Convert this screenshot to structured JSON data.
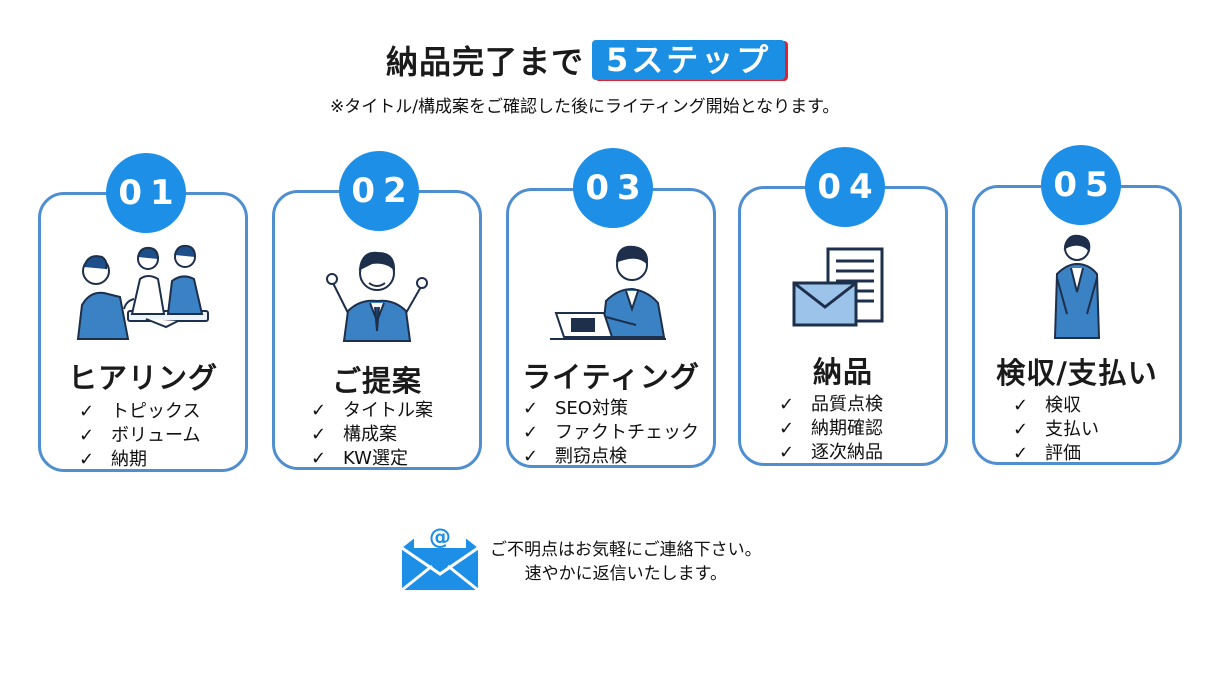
{
  "header": {
    "title": "納品完了まで",
    "badge": "5ステップ",
    "subtitle": "※タイトル/構成案をご確認した後にライティング開始となります。"
  },
  "check_mark": "✓",
  "steps": [
    {
      "number": "01",
      "title": "ヒアリング",
      "items": [
        "トピックス",
        "ボリューム",
        "納期"
      ]
    },
    {
      "number": "02",
      "title": "ご提案",
      "items": [
        "タイトル案",
        "構成案",
        "KW選定"
      ]
    },
    {
      "number": "03",
      "title": "ライティング",
      "items": [
        "SEO対策",
        "ファクトチェック",
        "剽窃点検"
      ]
    },
    {
      "number": "04",
      "title": "納品",
      "items": [
        "品質点検",
        "納期確認",
        "逐次納品"
      ]
    },
    {
      "number": "05",
      "title": "検収/支払い",
      "items": [
        "検収",
        "支払い",
        "評価"
      ]
    }
  ],
  "contact": {
    "line1": "ご不明点はお気軽にご連絡下さい。",
    "line2": "速やかに返信いたします。",
    "icon": "mail-at-icon"
  },
  "colors": {
    "accent": "#1d8fe6",
    "card_border": "#4f8fd0",
    "badge_shadow": "#e0222e",
    "illustration": "#3b82c4"
  }
}
